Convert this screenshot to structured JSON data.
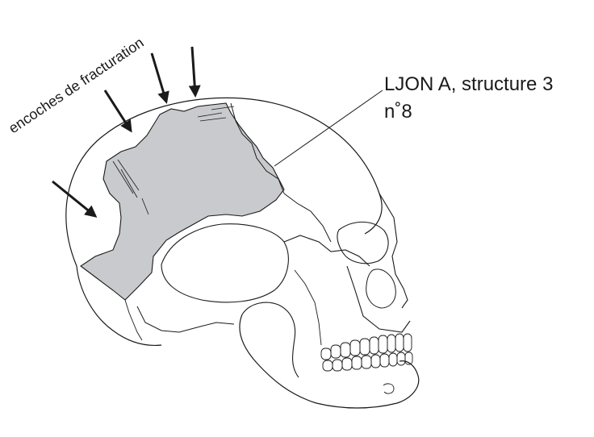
{
  "annotations": {
    "notches_label": "encoches de fracturation",
    "specimen_line1": "LJON A, structure 3",
    "specimen_line2": "n˚8"
  },
  "colors": {
    "line": "#1a1a1a",
    "fragment_fill": "#c9cacd",
    "background": "#ffffff"
  },
  "arrow_count": 4
}
